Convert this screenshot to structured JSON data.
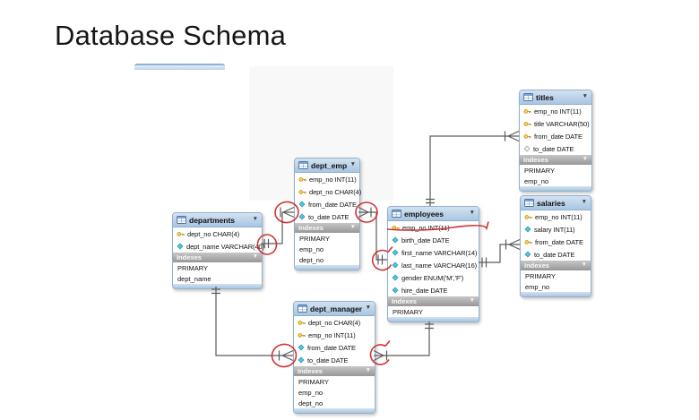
{
  "slide": {
    "title": "Database Schema"
  },
  "colors": {
    "table_header_blue": "#aec9e3",
    "indexes_bar_gray": "#a5a5a5",
    "connector_gray": "#5b5b5b",
    "annotation_red": "#cf2222"
  },
  "diagram": {
    "indexes_label": "Indexes",
    "collapse_icon": "chevron-down-icon",
    "tables": [
      {
        "id": "departments",
        "name": "departments",
        "columns": [
          {
            "icon": "primary-key-icon",
            "label": "dept_no CHAR(4)"
          },
          {
            "icon": "column-icon",
            "label": "dept_name VARCHAR(40)"
          }
        ],
        "indexes": [
          "PRIMARY",
          "dept_name"
        ]
      },
      {
        "id": "dept_emp",
        "name": "dept_emp",
        "columns": [
          {
            "icon": "primary-key-icon",
            "label": "emp_no INT(11)"
          },
          {
            "icon": "primary-key-icon",
            "label": "dept_no CHAR(4)"
          },
          {
            "icon": "column-icon",
            "label": "from_date DATE"
          },
          {
            "icon": "column-icon",
            "label": "to_date DATE"
          }
        ],
        "indexes": [
          "PRIMARY",
          "emp_no",
          "dept_no"
        ]
      },
      {
        "id": "dept_manager",
        "name": "dept_manager",
        "columns": [
          {
            "icon": "primary-key-icon",
            "label": "dept_no CHAR(4)"
          },
          {
            "icon": "primary-key-icon",
            "label": "emp_no INT(11)"
          },
          {
            "icon": "column-icon",
            "label": "from_date DATE"
          },
          {
            "icon": "column-icon",
            "label": "to_date DATE"
          }
        ],
        "indexes": [
          "PRIMARY",
          "emp_no",
          "dept_no"
        ]
      },
      {
        "id": "employees",
        "name": "employees",
        "columns": [
          {
            "icon": "primary-key-icon",
            "label": "emp_no INT(11)"
          },
          {
            "icon": "column-icon",
            "label": "birth_date DATE"
          },
          {
            "icon": "column-icon",
            "label": "first_name VARCHAR(14)"
          },
          {
            "icon": "column-icon",
            "label": "last_name VARCHAR(16)"
          },
          {
            "icon": "column-icon",
            "label": "gender ENUM('M','F')"
          },
          {
            "icon": "column-icon",
            "label": "hire_date DATE"
          }
        ],
        "indexes": [
          "PRIMARY"
        ]
      },
      {
        "id": "titles",
        "name": "titles",
        "columns": [
          {
            "icon": "primary-key-icon",
            "label": "emp_no INT(11)"
          },
          {
            "icon": "primary-key-icon",
            "label": "title VARCHAR(50)"
          },
          {
            "icon": "primary-key-icon",
            "label": "from_date DATE"
          },
          {
            "icon": "column-nullable-icon",
            "label": "to_date DATE"
          }
        ],
        "indexes": [
          "PRIMARY",
          "emp_no"
        ]
      },
      {
        "id": "salaries",
        "name": "salaries",
        "columns": [
          {
            "icon": "primary-key-icon",
            "label": "emp_no INT(11)"
          },
          {
            "icon": "column-icon",
            "label": "salary INT(11)"
          },
          {
            "icon": "primary-key-icon",
            "label": "from_date DATE"
          },
          {
            "icon": "column-icon",
            "label": "to_date DATE"
          }
        ],
        "indexes": [
          "PRIMARY",
          "emp_no"
        ]
      }
    ],
    "relationships": [
      {
        "from": "dept_emp",
        "to": "departments",
        "cardinality": "many-to-one"
      },
      {
        "from": "dept_emp",
        "to": "employees",
        "cardinality": "many-to-one"
      },
      {
        "from": "dept_manager",
        "to": "departments",
        "cardinality": "many-to-one"
      },
      {
        "from": "dept_manager",
        "to": "employees",
        "cardinality": "many-to-one"
      },
      {
        "from": "titles",
        "to": "employees",
        "cardinality": "many-to-one"
      },
      {
        "from": "salaries",
        "to": "employees",
        "cardinality": "many-to-one"
      }
    ],
    "annotations": {
      "underlined_column": "employees.emp_no INT(11)",
      "circled_connection_points": [
        "departments-right-end",
        "dept_emp-left-crowfoot",
        "dept_emp-right-crowfoot",
        "employees-left-end",
        "dept_manager-left-crowfoot",
        "dept_manager-right-crowfoot"
      ]
    }
  }
}
